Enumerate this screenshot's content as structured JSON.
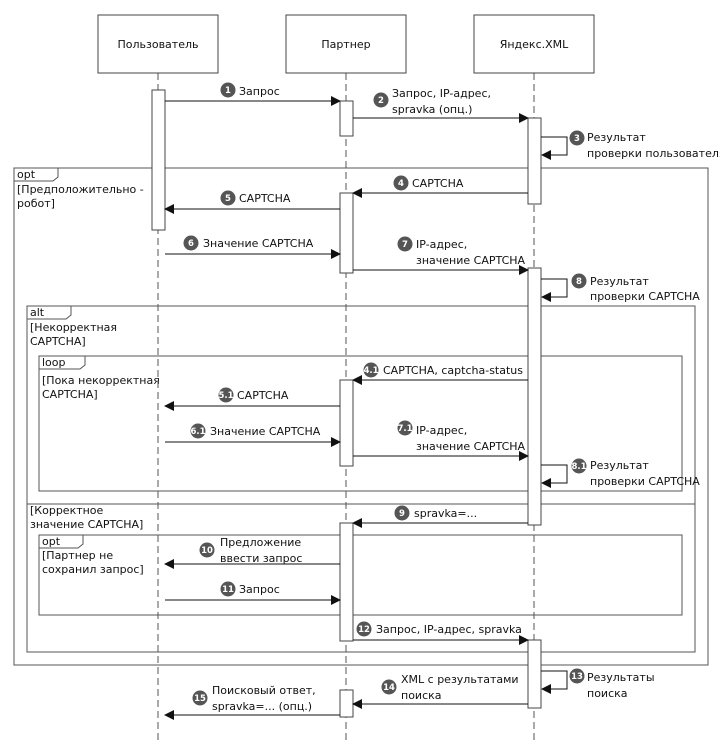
{
  "participants": [
    {
      "id": "user",
      "label": "Пользователь"
    },
    {
      "id": "partner",
      "label": "Партнер"
    },
    {
      "id": "yandex",
      "label": "Яндекс.XML"
    }
  ],
  "frames": [
    {
      "id": "opt-robot",
      "keyword": "opt",
      "guards": [
        "[Предположительно -",
        "робот]"
      ]
    },
    {
      "id": "alt-captcha",
      "keyword": "alt",
      "guards": [
        "[Некорректная",
        "CAPTCHA]"
      ]
    },
    {
      "id": "loop-incorrect",
      "keyword": "loop",
      "guards": [
        "[Пока некорректная",
        "CAPTCHA]"
      ]
    },
    {
      "id": "alt-correct",
      "keyword": "",
      "guards": [
        "[Корректное",
        "значение CAPTCHA]"
      ]
    },
    {
      "id": "opt-not-saved",
      "keyword": "opt",
      "guards": [
        "[Партнер не",
        "сохранил запрос]"
      ]
    }
  ],
  "messages": [
    {
      "id": "m1",
      "num": "1",
      "lines": [
        "Запрос"
      ]
    },
    {
      "id": "m2",
      "num": "2",
      "lines": [
        "Запрос, IP-адрес,",
        "spravka (опц.)"
      ]
    },
    {
      "id": "m3",
      "num": "3",
      "lines": [
        "Результат",
        "проверки пользователя"
      ]
    },
    {
      "id": "m4",
      "num": "4",
      "lines": [
        "CAPTCHA"
      ]
    },
    {
      "id": "m5",
      "num": "5",
      "lines": [
        "CAPTCHA"
      ]
    },
    {
      "id": "m6",
      "num": "6",
      "lines": [
        "Значение CAPTCHA"
      ]
    },
    {
      "id": "m7",
      "num": "7",
      "lines": [
        "IP-адрес,",
        "значение CAPTCHA"
      ]
    },
    {
      "id": "m8",
      "num": "8",
      "lines": [
        "Результат",
        "проверки CAPTCHA"
      ]
    },
    {
      "id": "m41",
      "num": "4.1",
      "lines": [
        "CAPTCHA, captcha-status"
      ]
    },
    {
      "id": "m51",
      "num": "5.1",
      "lines": [
        "CAPTCHA"
      ]
    },
    {
      "id": "m61",
      "num": "6.1",
      "lines": [
        "Значение CAPTCHA"
      ]
    },
    {
      "id": "m71",
      "num": "7.1",
      "lines": [
        "IP-адрес,",
        "значение CAPTCHA"
      ]
    },
    {
      "id": "m81",
      "num": "8.1",
      "lines": [
        "Результат",
        "проверки CAPTCHA"
      ]
    },
    {
      "id": "m9",
      "num": "9",
      "lines": [
        "spravka=..."
      ]
    },
    {
      "id": "m10",
      "num": "10",
      "lines": [
        "Предложение",
        "ввести запрос"
      ]
    },
    {
      "id": "m11",
      "num": "11",
      "lines": [
        "Запрос"
      ]
    },
    {
      "id": "m12",
      "num": "12",
      "lines": [
        "Запрос, IP-адрес, spravka"
      ]
    },
    {
      "id": "m13",
      "num": "13",
      "lines": [
        "Результаты",
        "поиска"
      ]
    },
    {
      "id": "m14",
      "num": "14",
      "lines": [
        "XML с результатами",
        "поиска"
      ]
    },
    {
      "id": "m15",
      "num": "15",
      "lines": [
        "Поисковый ответ,",
        "spravka=... (опц.)"
      ]
    }
  ]
}
